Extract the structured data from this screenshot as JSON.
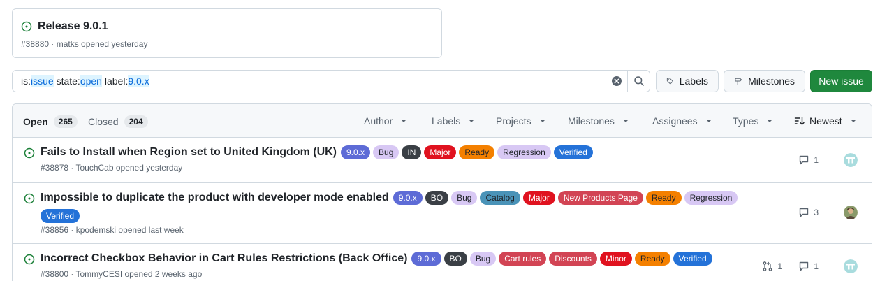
{
  "pinned": {
    "title": "Release 9.0.1",
    "meta": "#38880 · matks opened yesterday"
  },
  "search": {
    "parts": [
      {
        "text": "is:",
        "hl": false
      },
      {
        "text": "issue",
        "hl": true
      },
      {
        "text": " state:",
        "hl": false
      },
      {
        "text": "open",
        "hl": true
      },
      {
        "text": " label:",
        "hl": false
      },
      {
        "text": "9.0.x",
        "hl": true
      }
    ]
  },
  "toolbar": {
    "labels": "Labels",
    "milestones": "Milestones",
    "new_issue": "New issue"
  },
  "list_header": {
    "open_label": "Open",
    "open_count": "265",
    "closed_label": "Closed",
    "closed_count": "204",
    "filters": [
      "Author",
      "Labels",
      "Projects",
      "Milestones",
      "Assignees",
      "Types"
    ],
    "sort": "Newest"
  },
  "issues": [
    {
      "title": "Fails to Install when Region set to United Kingdom (UK)",
      "meta": "#38878 · TouchCab opened yesterday",
      "labels": [
        {
          "text": "9.0.x",
          "cls": "lbl-version"
        },
        {
          "text": "Bug",
          "cls": "lbl-bug"
        },
        {
          "text": "IN",
          "cls": "lbl-in"
        },
        {
          "text": "Major",
          "cls": "lbl-major"
        },
        {
          "text": "Ready",
          "cls": "lbl-ready"
        },
        {
          "text": "Regression",
          "cls": "lbl-regression"
        },
        {
          "text": "Verified",
          "cls": "lbl-verified"
        }
      ],
      "comments": "1",
      "prs": ""
    },
    {
      "title": "Impossible to duplicate the product with developer mode enabled",
      "meta": "#38856 · kpodemski opened last week",
      "labels": [
        {
          "text": "9.0.x",
          "cls": "lbl-version"
        },
        {
          "text": "BO",
          "cls": "lbl-bo"
        },
        {
          "text": "Bug",
          "cls": "lbl-bug"
        },
        {
          "text": "Catalog",
          "cls": "lbl-catalog"
        },
        {
          "text": "Major",
          "cls": "lbl-major"
        },
        {
          "text": "New Products Page",
          "cls": "lbl-newproducts"
        },
        {
          "text": "Ready",
          "cls": "lbl-ready"
        },
        {
          "text": "Regression",
          "cls": "lbl-regression"
        },
        {
          "text": "Verified",
          "cls": "lbl-verified"
        }
      ],
      "comments": "3",
      "prs": ""
    },
    {
      "title": "Incorrect Checkbox Behavior in Cart Rules Restrictions (Back Office)",
      "meta": "#38800 · TommyCESI opened 2 weeks ago",
      "labels": [
        {
          "text": "9.0.x",
          "cls": "lbl-version"
        },
        {
          "text": "BO",
          "cls": "lbl-bo"
        },
        {
          "text": "Bug",
          "cls": "lbl-bug"
        },
        {
          "text": "Cart rules",
          "cls": "lbl-cartrules"
        },
        {
          "text": "Discounts",
          "cls": "lbl-discounts"
        },
        {
          "text": "Minor",
          "cls": "lbl-minor"
        },
        {
          "text": "Ready",
          "cls": "lbl-ready"
        },
        {
          "text": "Verified",
          "cls": "lbl-verified"
        }
      ],
      "comments": "1",
      "prs": "1"
    }
  ],
  "colors": {
    "open_green": "#1a7f37",
    "primary_button": "#1f883d",
    "border": "#d1d9e0"
  }
}
